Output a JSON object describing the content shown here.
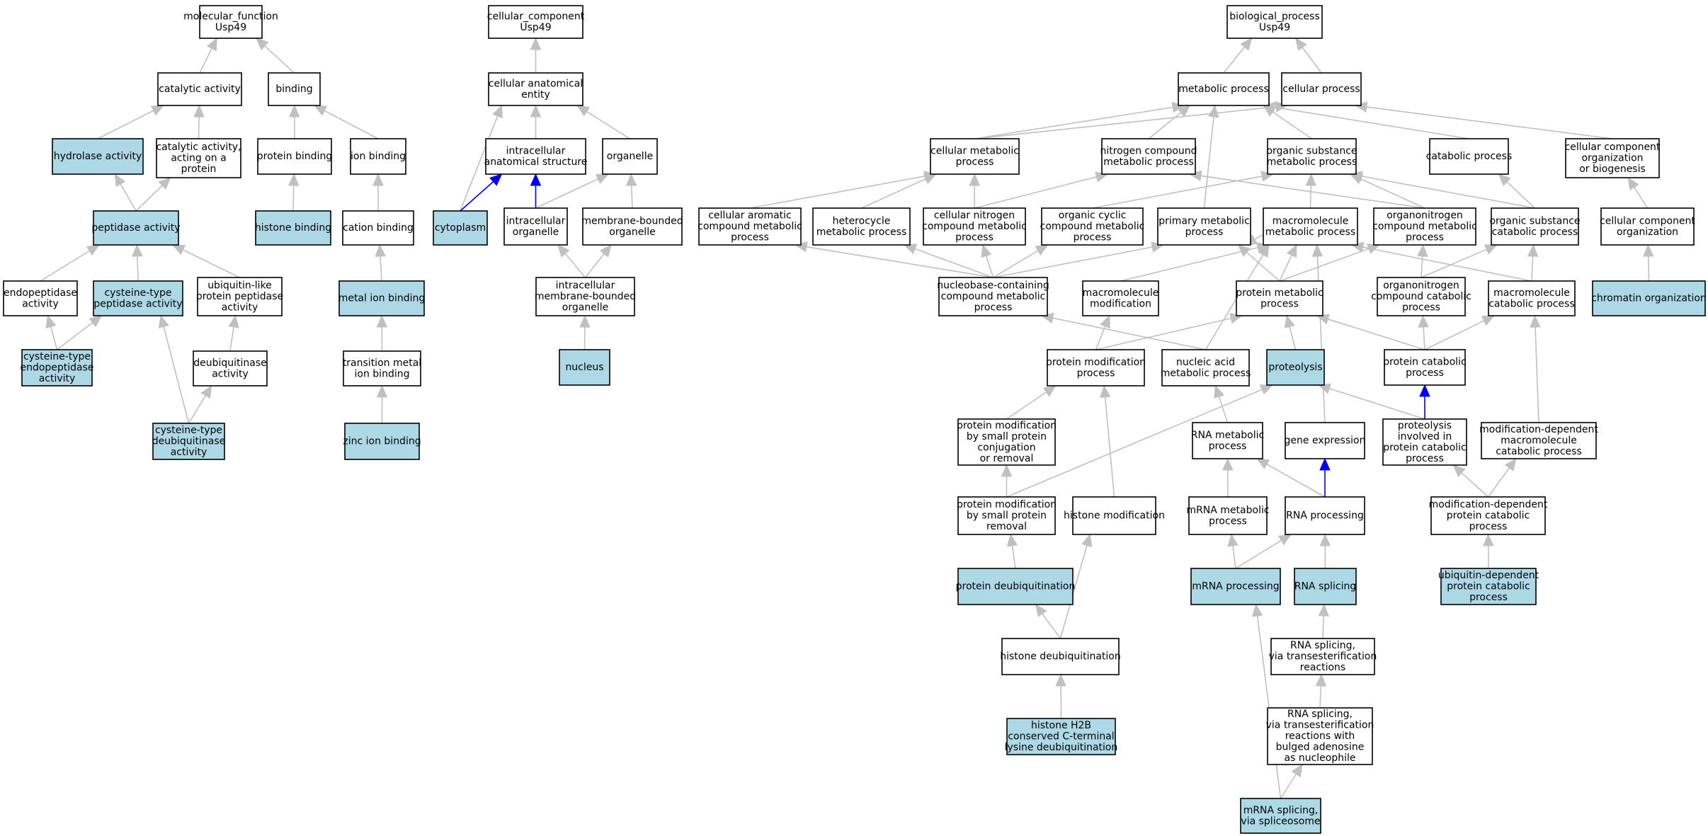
{
  "colors": {
    "term_fill": "#ffffff",
    "annotated_fill": "#add8e6",
    "edge_is_a": "#c0c0c0",
    "edge_part_of": "#0000ff"
  },
  "nodes": {
    "mf": {
      "lines": [
        "molecular_function",
        "Usp49"
      ],
      "annotated": false
    },
    "cat_act": {
      "lines": [
        "catalytic activity"
      ],
      "annotated": false
    },
    "binding": {
      "lines": [
        "binding"
      ],
      "annotated": false
    },
    "hydrolase": {
      "lines": [
        "hydrolase activity"
      ],
      "annotated": true
    },
    "cat_protein": {
      "lines": [
        "catalytic activity,",
        "acting on a",
        "protein"
      ],
      "annotated": false
    },
    "protein_binding": {
      "lines": [
        "protein binding"
      ],
      "annotated": false
    },
    "ion_binding": {
      "lines": [
        "ion binding"
      ],
      "annotated": false
    },
    "histone_binding": {
      "lines": [
        "histone binding"
      ],
      "annotated": true
    },
    "cation_binding": {
      "lines": [
        "cation binding"
      ],
      "annotated": false
    },
    "peptidase": {
      "lines": [
        "peptidase activity"
      ],
      "annotated": true
    },
    "endopeptidase": {
      "lines": [
        "endopeptidase",
        "activity"
      ],
      "annotated": false
    },
    "cys_peptidase": {
      "lines": [
        "cysteine-type",
        "peptidase activity"
      ],
      "annotated": true
    },
    "ubl_peptidase": {
      "lines": [
        "ubiquitin-like",
        "protein peptidase",
        "activity"
      ],
      "annotated": false
    },
    "metal_ion": {
      "lines": [
        "metal ion binding"
      ],
      "annotated": true
    },
    "cys_endo": {
      "lines": [
        "cysteine-type",
        "endopeptidase",
        "activity"
      ],
      "annotated": true
    },
    "deubiq_act": {
      "lines": [
        "deubiquitinase",
        "activity"
      ],
      "annotated": false
    },
    "transition_metal": {
      "lines": [
        "transition metal",
        "ion binding"
      ],
      "annotated": false
    },
    "cys_deubiq": {
      "lines": [
        "cysteine-type",
        "deubiquitinase",
        "activity"
      ],
      "annotated": true
    },
    "zinc": {
      "lines": [
        "zinc ion binding"
      ],
      "annotated": true
    },
    "cc": {
      "lines": [
        "cellular_component",
        "Usp49"
      ],
      "annotated": false
    },
    "cae": {
      "lines": [
        "cellular anatomical",
        "entity"
      ],
      "annotated": false
    },
    "ias": {
      "lines": [
        "intracellular",
        "anatomical structure"
      ],
      "annotated": false
    },
    "organelle": {
      "lines": [
        "organelle"
      ],
      "annotated": false
    },
    "cytoplasm": {
      "lines": [
        "cytoplasm"
      ],
      "annotated": true
    },
    "ic_organelle": {
      "lines": [
        "intracellular",
        "organelle"
      ],
      "annotated": false
    },
    "mb_organelle": {
      "lines": [
        "membrane-bounded",
        "organelle"
      ],
      "annotated": false
    },
    "imbo": {
      "lines": [
        "intracellular",
        "membrane-bounded",
        "organelle"
      ],
      "annotated": false
    },
    "nucleus": {
      "lines": [
        "nucleus"
      ],
      "annotated": true
    },
    "bp": {
      "lines": [
        "biological_process",
        "Usp49"
      ],
      "annotated": false
    },
    "metabolic": {
      "lines": [
        "metabolic process"
      ],
      "annotated": false
    },
    "cellular_proc": {
      "lines": [
        "cellular process"
      ],
      "annotated": false
    },
    "cell_metab": {
      "lines": [
        "cellular metabolic",
        "process"
      ],
      "annotated": false
    },
    "n_metab": {
      "lines": [
        "nitrogen compound",
        "metabolic process"
      ],
      "annotated": false
    },
    "org_subst": {
      "lines": [
        "organic substance",
        "metabolic process"
      ],
      "annotated": false
    },
    "catabolic": {
      "lines": [
        "catabolic process"
      ],
      "annotated": false
    },
    "ccob": {
      "lines": [
        "cellular component",
        "organization",
        "or biogenesis"
      ],
      "annotated": false
    },
    "cell_arom": {
      "lines": [
        "cellular aromatic",
        "compound metabolic",
        "process"
      ],
      "annotated": false
    },
    "heterocycle": {
      "lines": [
        "heterocycle",
        "metabolic process"
      ],
      "annotated": false
    },
    "cell_nitro": {
      "lines": [
        "cellular nitrogen",
        "compound metabolic",
        "process"
      ],
      "annotated": false
    },
    "org_cyclic": {
      "lines": [
        "organic cyclic",
        "compound metabolic",
        "process"
      ],
      "annotated": false
    },
    "primary": {
      "lines": [
        "primary metabolic",
        "process"
      ],
      "annotated": false
    },
    "macro_metab": {
      "lines": [
        "macromolecule",
        "metabolic process"
      ],
      "annotated": false
    },
    "orgn_metab": {
      "lines": [
        "organonitrogen",
        "compound metabolic",
        "process"
      ],
      "annotated": false
    },
    "org_subst_cat": {
      "lines": [
        "organic substance",
        "catabolic process"
      ],
      "annotated": false
    },
    "cco": {
      "lines": [
        "cellular component",
        "organization"
      ],
      "annotated": false
    },
    "nucleobase": {
      "lines": [
        "nucleobase-containing",
        "compound metabolic",
        "process"
      ],
      "annotated": false
    },
    "macro_mod": {
      "lines": [
        "macromolecule",
        "modification"
      ],
      "annotated": false
    },
    "prot_metab": {
      "lines": [
        "protein metabolic",
        "process"
      ],
      "annotated": false
    },
    "orgn_cat": {
      "lines": [
        "organonitrogen",
        "compound catabolic",
        "process"
      ],
      "annotated": false
    },
    "macro_cat": {
      "lines": [
        "macromolecule",
        "catabolic process"
      ],
      "annotated": false
    },
    "chromatin": {
      "lines": [
        "chromatin organization"
      ],
      "annotated": true
    },
    "prot_mod": {
      "lines": [
        "protein modification",
        "process"
      ],
      "annotated": false
    },
    "na_metab": {
      "lines": [
        "nucleic acid",
        "metabolic process"
      ],
      "annotated": false
    },
    "proteolysis": {
      "lines": [
        "proteolysis"
      ],
      "annotated": true
    },
    "prot_cat": {
      "lines": [
        "protein catabolic",
        "process"
      ],
      "annotated": false
    },
    "pm_spc": {
      "lines": [
        "protein modification",
        "by small protein",
        "conjugation",
        "or removal"
      ],
      "annotated": false
    },
    "rna_metab": {
      "lines": [
        "RNA metabolic",
        "process"
      ],
      "annotated": false
    },
    "gene_expr": {
      "lines": [
        "gene expression"
      ],
      "annotated": false
    },
    "prot_pcp": {
      "lines": [
        "proteolysis",
        "involved in",
        "protein catabolic",
        "process"
      ],
      "annotated": false
    },
    "mod_dep_macro": {
      "lines": [
        "modification-dependent",
        "macromolecule",
        "catabolic process"
      ],
      "annotated": false
    },
    "pm_spr": {
      "lines": [
        "protein modification",
        "by small protein",
        "removal"
      ],
      "annotated": false
    },
    "histone_mod": {
      "lines": [
        "histone modification"
      ],
      "annotated": false
    },
    "mrna_metab": {
      "lines": [
        "mRNA metabolic",
        "process"
      ],
      "annotated": false
    },
    "rna_proc": {
      "lines": [
        "RNA processing"
      ],
      "annotated": false
    },
    "mod_dep_prot": {
      "lines": [
        "modification-dependent",
        "protein catabolic",
        "process"
      ],
      "annotated": false
    },
    "prot_deubiq": {
      "lines": [
        "protein deubiquitination"
      ],
      "annotated": true
    },
    "mrna_proc": {
      "lines": [
        "mRNA processing"
      ],
      "annotated": true
    },
    "rna_splicing": {
      "lines": [
        "RNA splicing"
      ],
      "annotated": true
    },
    "ubiq_dep": {
      "lines": [
        "ubiquitin-dependent",
        "protein catabolic",
        "process"
      ],
      "annotated": true
    },
    "histone_deubiq": {
      "lines": [
        "histone deubiquitination"
      ],
      "annotated": false
    },
    "rna_spl_trans": {
      "lines": [
        "RNA splicing,",
        "via transesterification",
        "reactions"
      ],
      "annotated": false
    },
    "rna_spl_bulged": {
      "lines": [
        "RNA splicing,",
        "via transesterification",
        "reactions with",
        "bulged adenosine",
        "as nucleophile"
      ],
      "annotated": false
    },
    "h2b": {
      "lines": [
        "histone H2B",
        "conserved C-terminal",
        "lysine deubiquitination"
      ],
      "annotated": true
    },
    "mrna_spl": {
      "lines": [
        "mRNA splicing,",
        "via spliceosome"
      ],
      "annotated": true
    }
  },
  "edges": [
    {
      "from": "cat_act",
      "to": "mf",
      "type": "is_a"
    },
    {
      "from": "binding",
      "to": "mf",
      "type": "is_a"
    },
    {
      "from": "hydrolase",
      "to": "cat_act",
      "type": "is_a"
    },
    {
      "from": "cat_protein",
      "to": "cat_act",
      "type": "is_a"
    },
    {
      "from": "protein_binding",
      "to": "binding",
      "type": "is_a"
    },
    {
      "from": "ion_binding",
      "to": "binding",
      "type": "is_a"
    },
    {
      "from": "histone_binding",
      "to": "protein_binding",
      "type": "is_a"
    },
    {
      "from": "cation_binding",
      "to": "ion_binding",
      "type": "is_a"
    },
    {
      "from": "peptidase",
      "to": "hydrolase",
      "type": "is_a"
    },
    {
      "from": "peptidase",
      "to": "cat_protein",
      "type": "is_a"
    },
    {
      "from": "endopeptidase",
      "to": "peptidase",
      "type": "is_a"
    },
    {
      "from": "cys_peptidase",
      "to": "peptidase",
      "type": "is_a"
    },
    {
      "from": "ubl_peptidase",
      "to": "peptidase",
      "type": "is_a"
    },
    {
      "from": "metal_ion",
      "to": "cation_binding",
      "type": "is_a"
    },
    {
      "from": "cys_endo",
      "to": "endopeptidase",
      "type": "is_a"
    },
    {
      "from": "cys_endo",
      "to": "cys_peptidase",
      "type": "is_a"
    },
    {
      "from": "deubiq_act",
      "to": "ubl_peptidase",
      "type": "is_a"
    },
    {
      "from": "transition_metal",
      "to": "metal_ion",
      "type": "is_a"
    },
    {
      "from": "cys_deubiq",
      "to": "cys_peptidase",
      "type": "is_a"
    },
    {
      "from": "cys_deubiq",
      "to": "deubiq_act",
      "type": "is_a"
    },
    {
      "from": "zinc",
      "to": "transition_metal",
      "type": "is_a"
    },
    {
      "from": "cae",
      "to": "cc",
      "type": "is_a"
    },
    {
      "from": "ias",
      "to": "cae",
      "type": "is_a"
    },
    {
      "from": "organelle",
      "to": "cae",
      "type": "is_a"
    },
    {
      "from": "cytoplasm",
      "to": "cae",
      "type": "is_a"
    },
    {
      "from": "cytoplasm",
      "to": "ias",
      "type": "part_of"
    },
    {
      "from": "ic_organelle",
      "to": "ias",
      "type": "part_of"
    },
    {
      "from": "ic_organelle",
      "to": "organelle",
      "type": "is_a"
    },
    {
      "from": "mb_organelle",
      "to": "organelle",
      "type": "is_a"
    },
    {
      "from": "imbo",
      "to": "ic_organelle",
      "type": "is_a"
    },
    {
      "from": "imbo",
      "to": "mb_organelle",
      "type": "is_a"
    },
    {
      "from": "nucleus",
      "to": "imbo",
      "type": "is_a"
    },
    {
      "from": "metabolic",
      "to": "bp",
      "type": "is_a"
    },
    {
      "from": "cellular_proc",
      "to": "bp",
      "type": "is_a"
    },
    {
      "from": "cell_metab",
      "to": "metabolic",
      "type": "is_a"
    },
    {
      "from": "cell_metab",
      "to": "cellular_proc",
      "type": "is_a"
    },
    {
      "from": "n_metab",
      "to": "metabolic",
      "type": "is_a"
    },
    {
      "from": "org_subst",
      "to": "metabolic",
      "type": "is_a"
    },
    {
      "from": "catabolic",
      "to": "metabolic",
      "type": "is_a"
    },
    {
      "from": "ccob",
      "to": "cellular_proc",
      "type": "is_a"
    },
    {
      "from": "cell_arom",
      "to": "cell_metab",
      "type": "is_a"
    },
    {
      "from": "heterocycle",
      "to": "cell_metab",
      "type": "is_a"
    },
    {
      "from": "cell_nitro",
      "to": "cell_metab",
      "type": "is_a"
    },
    {
      "from": "cell_nitro",
      "to": "n_metab",
      "type": "is_a"
    },
    {
      "from": "org_cyclic",
      "to": "org_subst",
      "type": "is_a"
    },
    {
      "from": "primary",
      "to": "metabolic",
      "type": "is_a"
    },
    {
      "from": "macro_metab",
      "to": "org_subst",
      "type": "is_a"
    },
    {
      "from": "macro_metab",
      "to": "primary",
      "type": "is_a"
    },
    {
      "from": "orgn_metab",
      "to": "n_metab",
      "type": "is_a"
    },
    {
      "from": "orgn_metab",
      "to": "org_subst",
      "type": "is_a"
    },
    {
      "from": "org_subst_cat",
      "to": "org_subst",
      "type": "is_a"
    },
    {
      "from": "org_subst_cat",
      "to": "catabolic",
      "type": "is_a"
    },
    {
      "from": "cco",
      "to": "ccob",
      "type": "is_a"
    },
    {
      "from": "nucleobase",
      "to": "cell_arom",
      "type": "is_a"
    },
    {
      "from": "nucleobase",
      "to": "heterocycle",
      "type": "is_a"
    },
    {
      "from": "nucleobase",
      "to": "cell_nitro",
      "type": "is_a"
    },
    {
      "from": "nucleobase",
      "to": "org_cyclic",
      "type": "is_a"
    },
    {
      "from": "nucleobase",
      "to": "primary",
      "type": "is_a"
    },
    {
      "from": "macro_mod",
      "to": "macro_metab",
      "type": "is_a"
    },
    {
      "from": "prot_metab",
      "to": "macro_metab",
      "type": "is_a"
    },
    {
      "from": "prot_metab",
      "to": "orgn_metab",
      "type": "is_a"
    },
    {
      "from": "prot_metab",
      "to": "primary",
      "type": "is_a"
    },
    {
      "from": "orgn_cat",
      "to": "orgn_metab",
      "type": "is_a"
    },
    {
      "from": "orgn_cat",
      "to": "org_subst_cat",
      "type": "is_a"
    },
    {
      "from": "macro_cat",
      "to": "macro_metab",
      "type": "is_a"
    },
    {
      "from": "macro_cat",
      "to": "org_subst_cat",
      "type": "is_a"
    },
    {
      "from": "chromatin",
      "to": "cco",
      "type": "is_a"
    },
    {
      "from": "prot_mod",
      "to": "macro_mod",
      "type": "is_a"
    },
    {
      "from": "prot_mod",
      "to": "prot_metab",
      "type": "is_a"
    },
    {
      "from": "na_metab",
      "to": "nucleobase",
      "type": "is_a"
    },
    {
      "from": "na_metab",
      "to": "macro_metab",
      "type": "is_a"
    },
    {
      "from": "proteolysis",
      "to": "prot_metab",
      "type": "is_a"
    },
    {
      "from": "prot_cat",
      "to": "prot_metab",
      "type": "is_a"
    },
    {
      "from": "prot_cat",
      "to": "orgn_cat",
      "type": "is_a"
    },
    {
      "from": "prot_cat",
      "to": "macro_cat",
      "type": "is_a"
    },
    {
      "from": "pm_spc",
      "to": "prot_mod",
      "type": "is_a"
    },
    {
      "from": "rna_metab",
      "to": "na_metab",
      "type": "is_a"
    },
    {
      "from": "gene_expr",
      "to": "macro_metab",
      "type": "is_a"
    },
    {
      "from": "prot_pcp",
      "to": "proteolysis",
      "type": "is_a"
    },
    {
      "from": "prot_pcp",
      "to": "prot_cat",
      "type": "part_of"
    },
    {
      "from": "mod_dep_macro",
      "to": "macro_cat",
      "type": "is_a"
    },
    {
      "from": "pm_spr",
      "to": "pm_spc",
      "type": "is_a"
    },
    {
      "from": "pm_spr",
      "to": "proteolysis",
      "type": "is_a"
    },
    {
      "from": "histone_mod",
      "to": "prot_mod",
      "type": "is_a"
    },
    {
      "from": "mrna_metab",
      "to": "rna_metab",
      "type": "is_a"
    },
    {
      "from": "rna_proc",
      "to": "rna_metab",
      "type": "is_a"
    },
    {
      "from": "rna_proc",
      "to": "gene_expr",
      "type": "part_of"
    },
    {
      "from": "mod_dep_prot",
      "to": "prot_pcp",
      "type": "is_a"
    },
    {
      "from": "mod_dep_prot",
      "to": "mod_dep_macro",
      "type": "is_a"
    },
    {
      "from": "prot_deubiq",
      "to": "pm_spr",
      "type": "is_a"
    },
    {
      "from": "mrna_proc",
      "to": "mrna_metab",
      "type": "is_a"
    },
    {
      "from": "mrna_proc",
      "to": "rna_proc",
      "type": "is_a"
    },
    {
      "from": "rna_splicing",
      "to": "rna_proc",
      "type": "is_a"
    },
    {
      "from": "ubiq_dep",
      "to": "mod_dep_prot",
      "type": "is_a"
    },
    {
      "from": "histone_deubiq",
      "to": "prot_deubiq",
      "type": "is_a"
    },
    {
      "from": "histone_deubiq",
      "to": "histone_mod",
      "type": "is_a"
    },
    {
      "from": "rna_spl_trans",
      "to": "rna_splicing",
      "type": "is_a"
    },
    {
      "from": "rna_spl_bulged",
      "to": "rna_spl_trans",
      "type": "is_a"
    },
    {
      "from": "h2b",
      "to": "histone_deubiq",
      "type": "is_a"
    },
    {
      "from": "mrna_spl",
      "to": "mrna_proc",
      "type": "is_a"
    },
    {
      "from": "mrna_spl",
      "to": "rna_spl_bulged",
      "type": "is_a"
    }
  ]
}
